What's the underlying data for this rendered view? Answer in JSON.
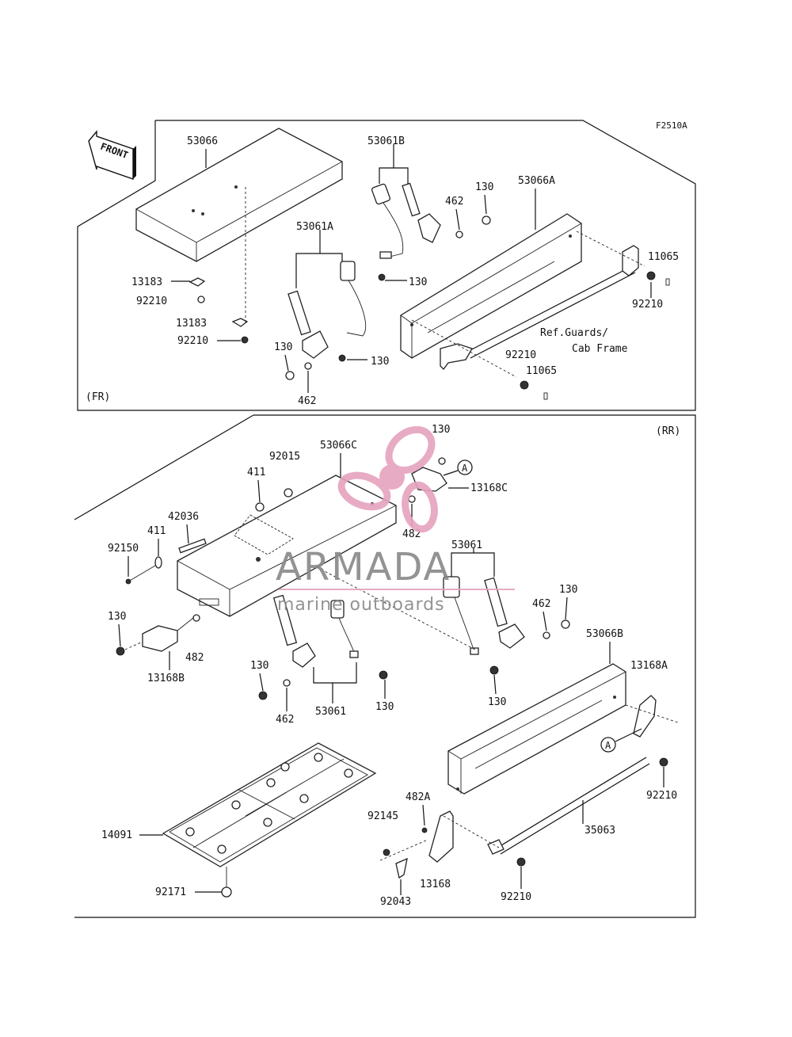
{
  "figure_code": "F2510A",
  "front_label": "FRONT",
  "section_fr": "(FR)",
  "section_rr": "(RR)",
  "ref_note_line1": "Ref.Guards/",
  "ref_note_line2": "Cab Frame",
  "circle_ref": "A",
  "watermark": {
    "brand": "ARMADA",
    "tagline": "marine outboards",
    "brand_color": "#888888",
    "logo_color": "#e6a2be"
  },
  "parts_fr": {
    "p53066": "53066",
    "p53061B": "53061B",
    "p53061A": "53061A",
    "p130_a": "130",
    "p462_a": "462",
    "p53066A": "53066A",
    "p11065_a": "11065",
    "p13183_a": "13183",
    "p92210_a": "92210",
    "p13183_b": "13183",
    "p92210_b": "92210",
    "p130_b": "130",
    "p130_c": "130",
    "p130_d": "130",
    "p462_b": "462",
    "p92210_c": "92210",
    "p92210_d": "92210",
    "p11065_b": "11065"
  },
  "parts_rr": {
    "p130_e": "130",
    "p92015": "92015",
    "p53066C": "53066C",
    "p411_a": "411",
    "p13168C": "13168C",
    "p42036": "42036",
    "p411_b": "411",
    "p482_a": "482",
    "p92150": "92150",
    "p53061_a": "53061",
    "p130_f": "130",
    "p462_c": "462",
    "p130_g": "130",
    "p482_b": "482",
    "p13168B": "13168B",
    "p53066B": "53066B",
    "p13168A": "13168A",
    "p130_h": "130",
    "p462_d": "462",
    "p53061_b": "53061",
    "p130_i": "130",
    "p130_j": "130",
    "p92210_e": "92210",
    "p482A": "482A",
    "p92145": "92145",
    "p14091": "14091",
    "p35063": "35063",
    "p13168": "13168",
    "p92043": "92043",
    "p92210_f": "92210",
    "p92171": "92171"
  }
}
